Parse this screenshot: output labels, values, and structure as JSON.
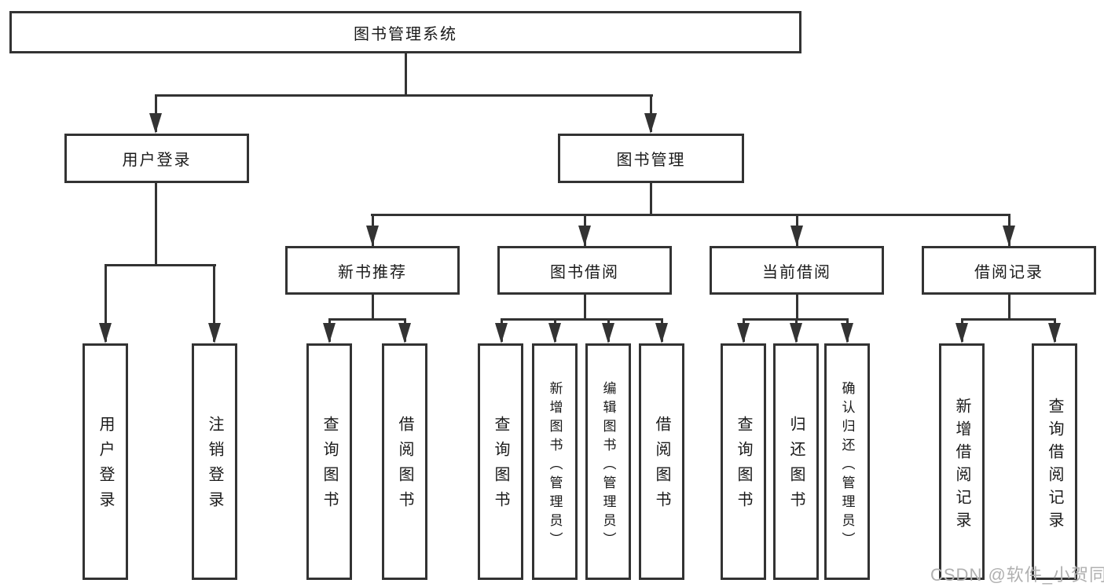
{
  "diagram": {
    "type": "tree",
    "root": {
      "label": "图书管理系统"
    },
    "branches": [
      {
        "label": "用户登录",
        "children": [
          {
            "label": "用户登录"
          },
          {
            "label": "注销登录"
          }
        ]
      },
      {
        "label": "图书管理",
        "children": [
          {
            "label": "新书推荐",
            "children": [
              {
                "label": "查询图书"
              },
              {
                "label": "借阅图书"
              }
            ]
          },
          {
            "label": "图书借阅",
            "children": [
              {
                "label": "查询图书"
              },
              {
                "label": "新增图书（管理员）"
              },
              {
                "label": "编辑图书（管理员）"
              },
              {
                "label": "借阅图书"
              }
            ]
          },
          {
            "label": "当前借阅",
            "children": [
              {
                "label": "查询图书"
              },
              {
                "label": "归还图书"
              },
              {
                "label": "确认归还（管理员）"
              }
            ]
          },
          {
            "label": "借阅记录",
            "children": [
              {
                "label": "新增借阅记录"
              },
              {
                "label": "查询借阅记录"
              }
            ]
          }
        ]
      }
    ],
    "watermark": "CSDN @软件_小贺同学",
    "colors": {
      "line": "#333333",
      "text": "#1a1a1a",
      "background": "#ffffff",
      "watermark": "#b0b0b0"
    }
  }
}
